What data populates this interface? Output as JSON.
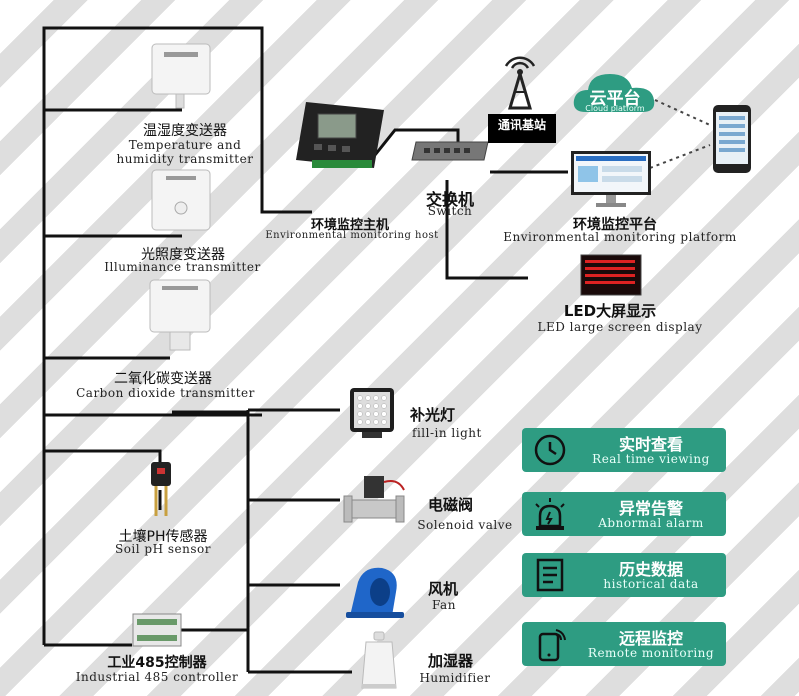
{
  "devices": {
    "temp_humidity": {
      "cn": "温湿度变送器",
      "en": "Temperature and",
      "en2": "humidity transmitter"
    },
    "illuminance": {
      "cn": "光照度变送器",
      "en": "Illuminance transmitter"
    },
    "co2": {
      "cn": "二氧化碳变送器",
      "en": "Carbon dioxide transmitter"
    },
    "soil_ph": {
      "cn": "土壤PH传感器",
      "en": "Soil pH sensor"
    },
    "controller": {
      "cn": "工业485控制器",
      "en": "Industrial 485 controller"
    },
    "host": {
      "cn": "环境监控主机",
      "en": "Environmental monitoring host"
    },
    "switch": {
      "cn": "交换机",
      "en": "Switch"
    },
    "base_station": {
      "cn": "通讯基站"
    },
    "cloud": {
      "cn": "云平台",
      "en": "Cloud platform"
    },
    "platform": {
      "cn": "环境监控平台",
      "en": "Environmental monitoring platform"
    },
    "led": {
      "cn": "LED大屏显示",
      "en": "LED large screen display"
    },
    "fill_light": {
      "cn": "补光灯",
      "en": "fill-in light"
    },
    "solenoid": {
      "cn": "电磁阀",
      "en": "Solenoid valve"
    },
    "fan": {
      "cn": "风机",
      "en": "Fan"
    },
    "humidifier": {
      "cn": "加湿器",
      "en": "Humidifier"
    }
  },
  "features": [
    {
      "cn": "实时查看",
      "en": "Real time viewing",
      "icon": "clock-icon"
    },
    {
      "cn": "异常告警",
      "en": "Abnormal alarm",
      "icon": "alarm-light-icon"
    },
    {
      "cn": "历史数据",
      "en": "historical data",
      "icon": "document-icon"
    },
    {
      "cn": "远程监控",
      "en": "Remote monitoring",
      "icon": "phone-signal-icon"
    }
  ],
  "colors": {
    "accent": "#2e9c82",
    "line": "#111111",
    "cloud": "#2e9c82"
  }
}
